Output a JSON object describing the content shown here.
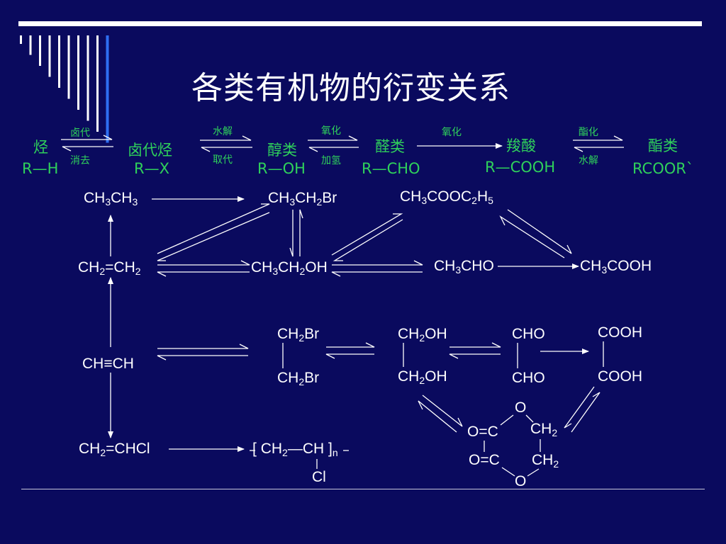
{
  "title": "各类有机物的衍变关系",
  "header": {
    "classes": [
      {
        "name": "烃",
        "general": "R—H"
      },
      {
        "name": "卤代烃",
        "general": "R—X"
      },
      {
        "name": "醇类",
        "general": "R—OH"
      },
      {
        "name": "醛类",
        "general": "R—CHO"
      },
      {
        "name": "羧酸",
        "general": "R—COOH"
      },
      {
        "name": "酯类",
        "general": "RCOOR`"
      }
    ],
    "reactions": [
      {
        "forward": "卤代",
        "reverse": "消去"
      },
      {
        "forward": "水解",
        "reverse": "取代"
      },
      {
        "forward": "氧化",
        "reverse": "加氢"
      },
      {
        "forward": "氧化",
        "reverse": ""
      },
      {
        "forward": "酯化",
        "reverse": "水解"
      }
    ]
  },
  "compounds": {
    "ethane": {
      "a": "CH",
      "b": "3",
      "c": "CH",
      "d": "3"
    },
    "bromoethane": {
      "a": "CH",
      "b": "3",
      "c": "CH",
      "d": "2",
      "e": "Br"
    },
    "ethyl_acetate": {
      "a": "CH",
      "b": "3",
      "c": "COOC",
      "d": "2",
      "e": "H",
      "f": "5"
    },
    "ethylene": {
      "a": "CH",
      "b": "2",
      "c": "=CH",
      "d": "2"
    },
    "ethanol": {
      "a": "CH",
      "b": "3",
      "c": "CH",
      "d": "2",
      "e": "OH"
    },
    "acetaldehyde": {
      "a": "CH",
      "b": "3",
      "c": "CHO"
    },
    "acetic_acid": {
      "a": "CH",
      "b": "3",
      "c": "COOH"
    },
    "acetylene": "CH≡CH",
    "dibromoethane_top": {
      "a": "CH",
      "b": "2",
      "c": "Br"
    },
    "dibromoethane_bottom": {
      "a": "CH",
      "b": "2",
      "c": "Br"
    },
    "glycol_top": {
      "a": "CH",
      "b": "2",
      "c": "OH"
    },
    "glycol_bottom": {
      "a": "CH",
      "b": "2",
      "c": "OH"
    },
    "glyoxal_top": "CHO",
    "glyoxal_bottom": "CHO",
    "oxalic_top": "COOH",
    "oxalic_bottom": "COOH",
    "vinyl_chloride": {
      "a": "CH",
      "b": "2",
      "c": "=CHCl"
    },
    "pvc": {
      "open": "[",
      "a": "CH",
      "b": "2",
      "c": "—CH",
      "close": "]",
      "n": "n",
      "cl": "Cl"
    },
    "ester_ring": {
      "o_top": "O",
      "c1": "O=C",
      "c2": "O=C",
      "ch2_top": {
        "a": "CH",
        "b": "2"
      },
      "ch2_bottom": {
        "a": "CH",
        "b": "2"
      },
      "o_bottom": "O"
    }
  },
  "colors": {
    "background": "#0a0a5e",
    "text": "#ffffff",
    "label": "#2fd15b",
    "deco_bar": "#2e6ff2"
  }
}
